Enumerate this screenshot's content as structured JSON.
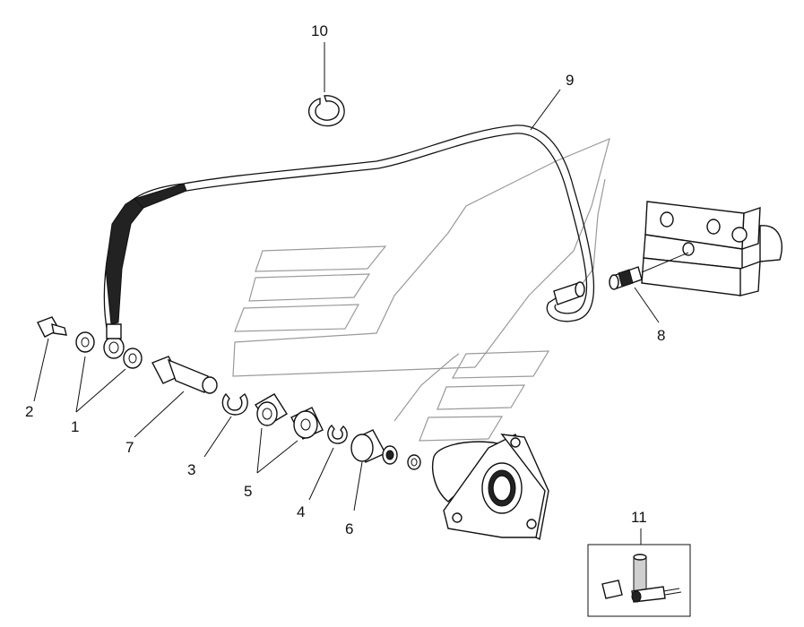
{
  "callouts": [
    {
      "id": "1",
      "label": "1"
    },
    {
      "id": "2",
      "label": "2"
    },
    {
      "id": "3",
      "label": "3"
    },
    {
      "id": "4",
      "label": "4"
    },
    {
      "id": "5",
      "label": "5"
    },
    {
      "id": "6",
      "label": "6"
    },
    {
      "id": "7",
      "label": "7"
    },
    {
      "id": "8",
      "label": "8"
    },
    {
      "id": "9",
      "label": "9"
    },
    {
      "id": "10",
      "label": "10"
    },
    {
      "id": "11",
      "label": "11"
    }
  ],
  "colors": {
    "line": "#111111",
    "watermark": "#9a9a9a",
    "background": "#ffffff"
  }
}
